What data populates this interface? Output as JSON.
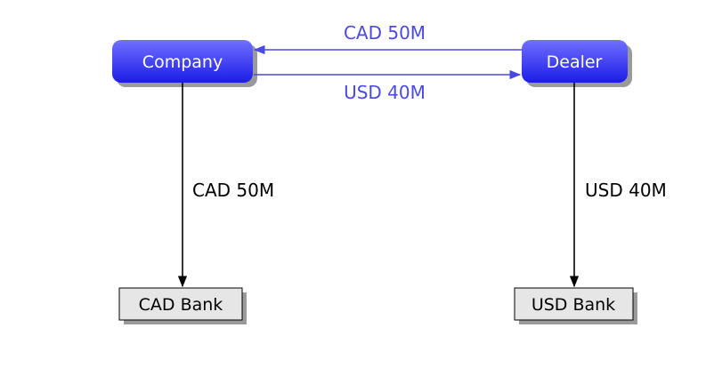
{
  "nodes": {
    "company": "Company",
    "dealer": "Dealer",
    "cad_bank": "CAD Bank",
    "usd_bank": "USD Bank"
  },
  "edges": {
    "dealer_to_company": "CAD 50M",
    "company_to_dealer": "USD 40M",
    "company_to_cad_bank": "CAD 50M",
    "dealer_to_usd_bank": "USD 40M"
  },
  "colors": {
    "node_fill_top": "#6a6aff",
    "node_fill_bottom": "#2020ee",
    "node_text": "#ffffff",
    "exchange_arrow": "#4a4ae0",
    "exchange_label": "#4a4ae0",
    "settlement_arrow": "#000000",
    "bank_fill": "#e6e6e6",
    "shadow": "#9a9a9a"
  }
}
